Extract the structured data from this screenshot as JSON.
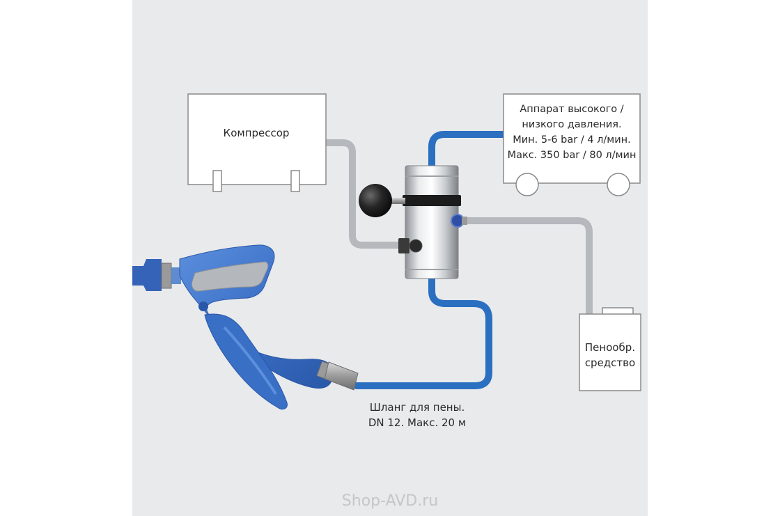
{
  "labels": {
    "compressor": "Компрессор",
    "washer_line1": "Аппарат высокого /",
    "washer_line2": "низкого давления.",
    "washer_line3": "Мин. 5-6 bar / 4 л/мин.",
    "washer_line4": "Макс. 350 bar / 80 л/мин",
    "foam_line1": "Пенообр.",
    "foam_line2": "средство",
    "hose_line1": "Шланг для пены.",
    "hose_line2": "DN 12. Макс. 20 м"
  },
  "watermark": "Shop-AVD.ru",
  "colors": {
    "panel": "#e9eaec",
    "blue_hose": "#2b6fc0",
    "grey_hose": "#b5b8bc",
    "gun_blue": "#3d74c9",
    "box_border": "#8a8a8a"
  }
}
